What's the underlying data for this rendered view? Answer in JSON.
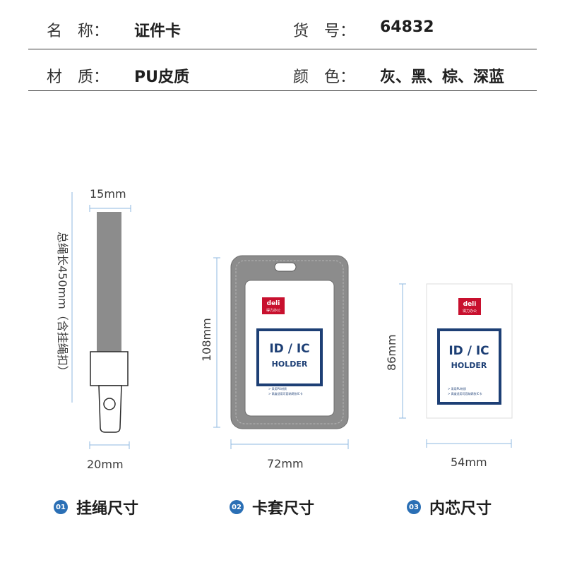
{
  "specs": {
    "name_label": "名　称：",
    "name_value": "证件卡",
    "item_label": "货　号：",
    "item_value": "64832",
    "material_label": "材　质：",
    "material_value": "PU皮质",
    "color_label": "颜　色：",
    "color_value": "灰、黑、棕、深蓝"
  },
  "lanyard": {
    "strap_width": "15mm",
    "total_length": "总绳长450mm（含挂绳扣）",
    "clip_width": "20mm",
    "caption_number": "01",
    "caption": "挂绳尺寸"
  },
  "holder": {
    "height": "108mm",
    "width": "72mm",
    "caption_number": "02",
    "caption": "卡套尺寸"
  },
  "insert": {
    "height": "86mm",
    "width": "54mm",
    "caption_number": "03",
    "caption": "内芯尺寸"
  },
  "card": {
    "brand": "deli",
    "brand_sub": "得力办公",
    "title": "ID / IC",
    "subtitle": "HOLDER",
    "bullet_1": "> 采用PU材质",
    "bullet_2": "> 高度适用可容纳两张IC卡"
  },
  "colors": {
    "guide_blue": "#8fb8e0",
    "holder_gray": "#8c8c8c",
    "navy": "#1d3f75",
    "brand_red": "#c8102e",
    "badge_blue": "#2a6fb5"
  }
}
